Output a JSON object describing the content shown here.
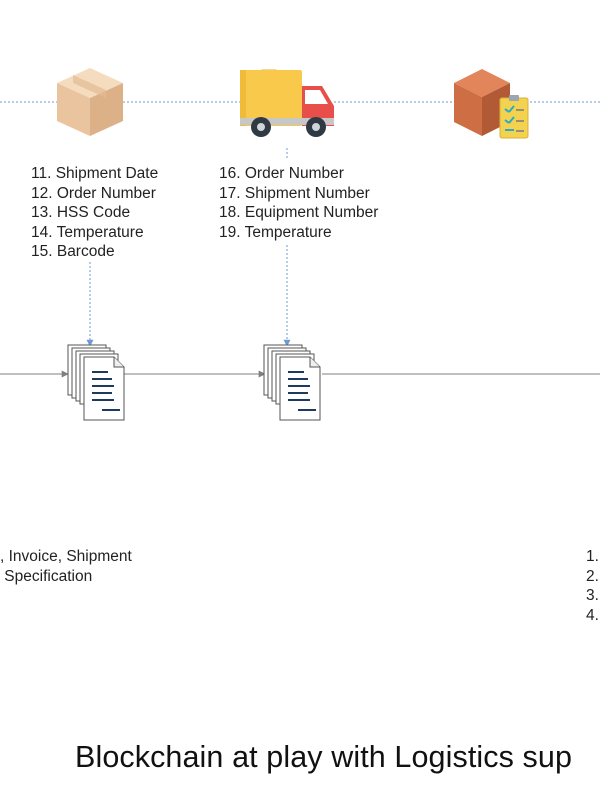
{
  "colors": {
    "timeline": "#6b9bd1",
    "connector": "#7f7f7f",
    "doc_lines": "#1f3a5f",
    "box_kraft": "#efcfac",
    "truck_yellow": "#f8c94a",
    "truck_red": "#e94f4a",
    "box_brown": "#cd6e45",
    "clipboard": "#f3d250"
  },
  "icons": {
    "box": "package-box-icon",
    "truck": "delivery-truck-icon",
    "checklist_box": "box-checklist-icon",
    "document": "document-stack-icon"
  },
  "shipper_fields": [
    "11. Shipment Date",
    "12. Order Number",
    "13. HSS Code",
    "14. Temperature",
    "15. Barcode"
  ],
  "carrier_fields": [
    "16. Order Number",
    "17. Shipment Number",
    "18. Equipment Number",
    "19. Temperature"
  ],
  "left_fragment": [
    ", Invoice, Shipment",
    " Specification"
  ],
  "right_fragment": [
    "1.",
    "2.",
    "3.",
    "4."
  ],
  "footer_title": "Blockchain at play with Logistics sup"
}
